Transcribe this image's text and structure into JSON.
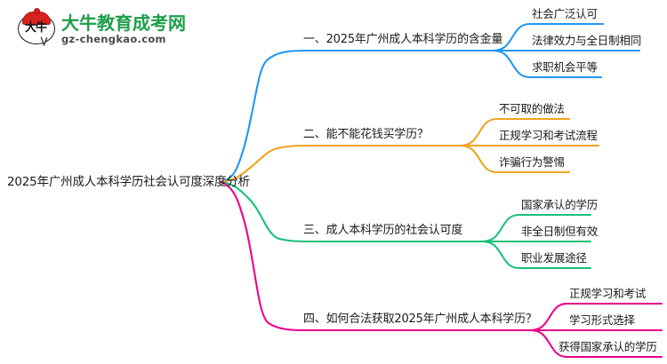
{
  "logo": {
    "mark_text": "大牛",
    "title": "大牛教育成考网",
    "subtitle": "gz-chengkao.com",
    "brand_color": "#1e9e4a",
    "cap_color": "#d6231f"
  },
  "mindmap": {
    "root": {
      "label": "2025年广州成人本科学历社会认可度深度分析"
    },
    "branches": [
      {
        "label": "一、2025年广州成人本科学历的含金量",
        "color": "#2196f3",
        "children": [
          {
            "label": "社会广泛认可"
          },
          {
            "label": "法律效力与全日制相同"
          },
          {
            "label": "求职机会平等"
          }
        ]
      },
      {
        "label": "二、能不能花钱买学历？",
        "color": "#f0a31e",
        "children": [
          {
            "label": "不可取的做法"
          },
          {
            "label": "正规学习和考试流程"
          },
          {
            "label": "诈骗行为警惕"
          }
        ]
      },
      {
        "label": "三、成人本科学历的社会认可度",
        "color": "#18c07a",
        "children": [
          {
            "label": "国家承认的学历"
          },
          {
            "label": "非全日制但有效"
          },
          {
            "label": "职业发展途径"
          }
        ]
      },
      {
        "label": "四、如何合法获取2025年广州成人本科学历？",
        "color": "#ec008c",
        "children": [
          {
            "label": "正规学习和考试"
          },
          {
            "label": "学习形式选择"
          },
          {
            "label": "获得国家承认的学历"
          }
        ]
      }
    ]
  }
}
